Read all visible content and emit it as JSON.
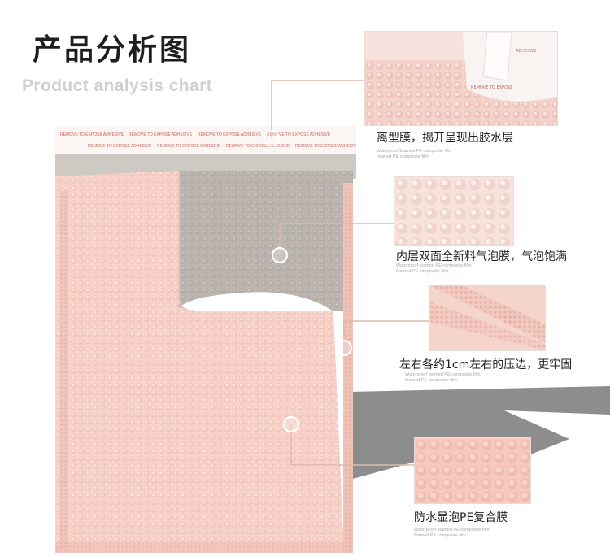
{
  "header": {
    "title_zh": "产品分析图",
    "title_en": "Product analysis chart"
  },
  "seal_strip": {
    "text": "REMOVE TO EXPOSE ADHESIVE"
  },
  "features": [
    {
      "caption": "离型膜，揭开呈现出胶水层",
      "sub1": "Waterproof foamed PE composite film",
      "sub2": "foamed PE composite film"
    },
    {
      "caption": "内层双面全新料气泡膜，气泡饱满",
      "sub1": "Waterproof foamed PE composite film",
      "sub2": "foamed PE composite film"
    },
    {
      "caption": "左右各约1cm左右的压边，更牢固",
      "sub1": "Waterproof foamed PE composite film",
      "sub2": "foamed PE composite film"
    },
    {
      "caption": "防水显泡PE复合膜",
      "sub1": "Waterproof foamed PE composite film",
      "sub2": "foamed PE composite film"
    }
  ],
  "colors": {
    "pink": "#f6d1c8",
    "pink_dark": "#eab9ad",
    "inner_grey": "#bdb7b2",
    "line_pink": "#e3b9b0",
    "shadow": "#8a8a8a"
  }
}
